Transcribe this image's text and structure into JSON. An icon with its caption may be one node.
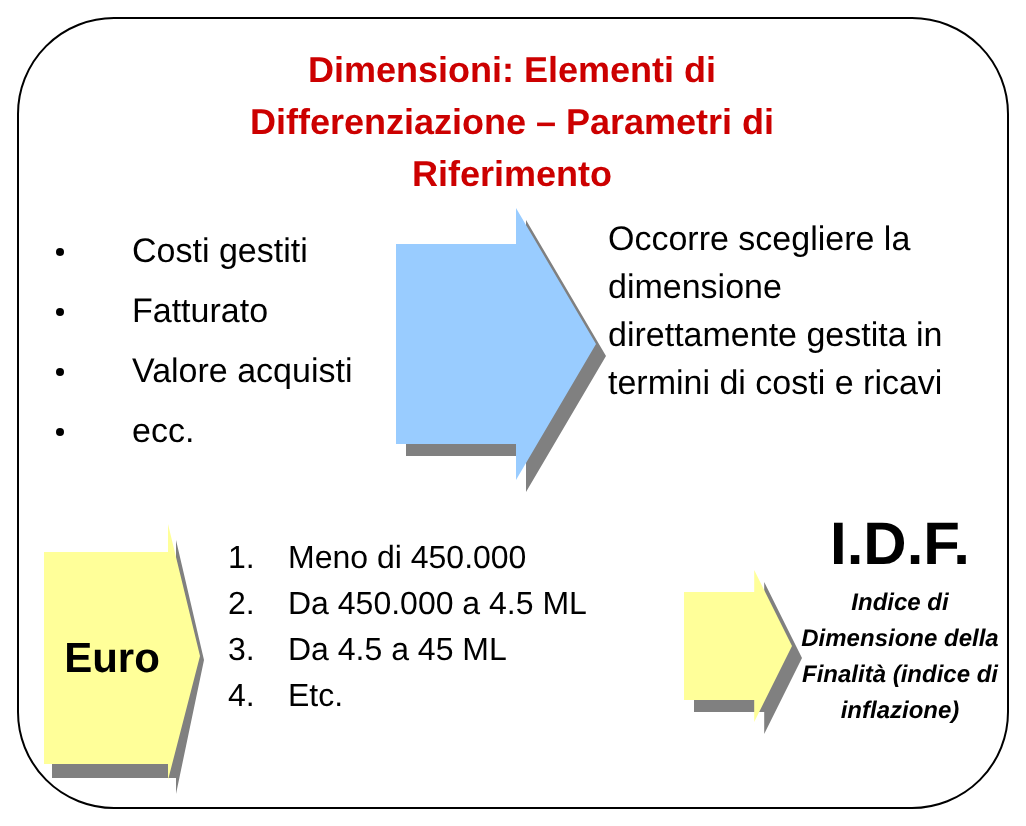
{
  "diagram": {
    "nodes": [
      {
        "text": [
          "Dimensioni: Elementi di Differenziazione – Parametri di Riferimento"
        ]
      },
      {
        "text": [
          "Costi gestiti",
          "Fatturato",
          "Valore acquisti",
          "ecc."
        ],
        "in": 0
      },
      {
        "text": [
          "Occorre scegliere la dimensione direttamente gestita in termini di costi e ricavi"
        ],
        "in": 0
      },
      {
        "text": [
          "Euro"
        ],
        "in": 0
      },
      {
        "text": [
          "1.",
          "Meno di 450.000",
          "2.",
          "Da 450.000 a 4.5 ML",
          "3.",
          "Da 4.5 a 45 ML",
          "4.",
          "Etc."
        ],
        "in": 0
      },
      {
        "text": [
          "I.D.F.",
          "Indice di Dimensione della Finalità (indice di inflazione)"
        ],
        "in": 0
      }
    ],
    "edges": [
      {
        "from": 1,
        "to": 2,
        "arrow": "to",
        "style": "thick",
        "color": "#99ccff"
      },
      {
        "from": 4,
        "to": 5,
        "arrow": "to",
        "style": "thick",
        "color": "#ffff99"
      }
    ]
  }
}
